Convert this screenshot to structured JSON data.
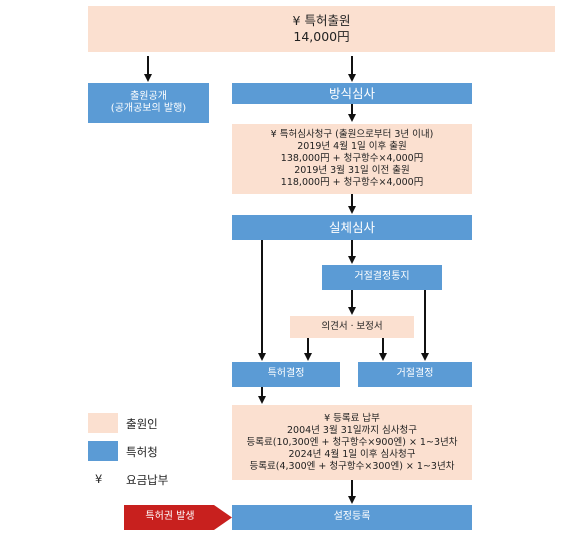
{
  "colors": {
    "applicant": "#fbe0d0",
    "office": "#5b9bd5",
    "issue": "#c8201e"
  },
  "nodes": {
    "filing": {
      "line1": "¥ 특허출원",
      "line2": "14,000円"
    },
    "publication": {
      "line1": "출원공개",
      "line2": "(공개공보의 발행)"
    },
    "formality": {
      "label": "방식심사"
    },
    "exam_request": {
      "lines": [
        "¥ 특허심사청구 (출원으로부터 3년 이내)",
        "2019년 4월 1일 이후 출원",
        "138,000円 + 청구항수×4,000円",
        "2019년 3월 31일 이전 출원",
        "118,000円 + 청구항수×4,000円"
      ]
    },
    "substantive": {
      "label": "실체심사"
    },
    "rejection_notice": {
      "label": "거절결정통지"
    },
    "opinion": {
      "label": "의견서ㆍ보정서"
    },
    "grant_decision": {
      "label": "특허결정"
    },
    "rejection_decision": {
      "label": "거절결정"
    },
    "registration_fee": {
      "lines": [
        "¥ 등록료 납부",
        "2004년 3월 31일까지 심사청구",
        "등록료(10,300엔 + 청구항수×900엔) × 1~3년차",
        "2024년 4월 1일 이후 심사청구",
        "등록료(4,300엔 + 청구항수×300엔) × 1~3년차"
      ]
    },
    "registration": {
      "label": "설정등록"
    },
    "patent_issued": {
      "label": "특허권 발생"
    }
  },
  "legend": {
    "applicant": "출원인",
    "office": "특허청",
    "fee_symbol": "¥",
    "fee_label": "요금납부"
  }
}
